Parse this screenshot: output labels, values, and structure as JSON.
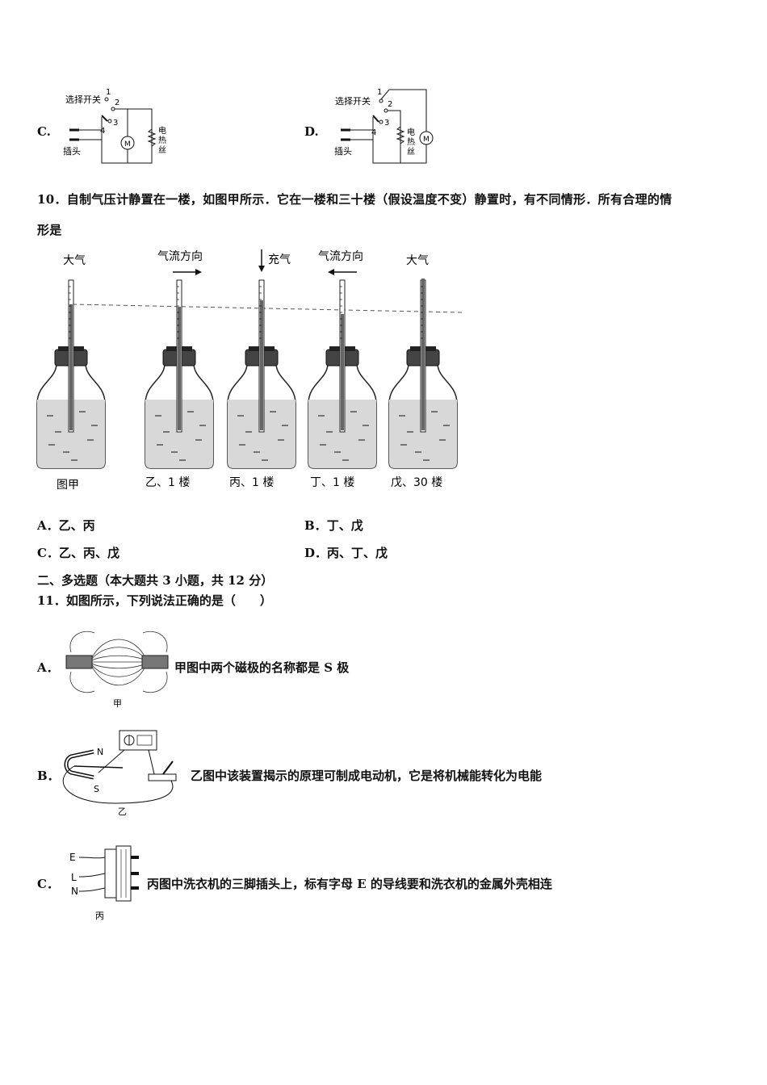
{
  "q9": {
    "option_c": {
      "letter": "C.",
      "switch_label": "选择开关",
      "terminals": [
        "1",
        "2",
        "3",
        "4"
      ],
      "plug_label": "插头",
      "motor": "M",
      "heater": [
        "电",
        "热",
        "丝"
      ]
    },
    "option_d": {
      "letter": "D.",
      "switch_label": "选择开关",
      "terminals": [
        "1",
        "2",
        "3",
        "4"
      ],
      "plug_label": "插头",
      "motor": "M",
      "heater": [
        "电",
        "热",
        "丝"
      ]
    }
  },
  "q10": {
    "stem_line1": "10．自制气压计静置在一楼，如图甲所示．它在一楼和三十楼（假设温度不变）静置时，有不同情形．所有合理的情",
    "stem_line2": "形是",
    "figure": {
      "top_labels": [
        "大气",
        "气流方向",
        "充气",
        "气流方向",
        "大气"
      ],
      "bottom_labels": [
        "图甲",
        "乙、1 楼",
        "丙、1 楼",
        "丁、1 楼",
        "戊、30 楼"
      ]
    },
    "options": [
      {
        "letter": "A．",
        "text": "乙、丙"
      },
      {
        "letter": "B．",
        "text": "丁、戊"
      },
      {
        "letter": "C．",
        "text": "乙、丙、戊"
      },
      {
        "letter": "D．",
        "text": "丙、丁、戊"
      }
    ]
  },
  "section2": {
    "heading": "二、多选题（本大题共 3 小题，共 12 分）"
  },
  "q11": {
    "stem": "11．如图所示，下列说法正确的是（　　）",
    "options": [
      {
        "letter": "A．",
        "text": "甲图中两个磁极的名称都是 S 极",
        "fig_label": "甲"
      },
      {
        "letter": "B．",
        "text": "乙图中该装置揭示的原理可制成电动机，它是将机械能转化为电能",
        "fig_label": "乙",
        "magnet_n": "N",
        "magnet_s": "S"
      },
      {
        "letter": "C．",
        "text": "丙图中洗衣机的三脚插头上，标有字母 E 的导线要和洗衣机的金属外壳相连",
        "fig_label": "丙",
        "wires": [
          "E",
          "L",
          "N"
        ]
      }
    ]
  }
}
